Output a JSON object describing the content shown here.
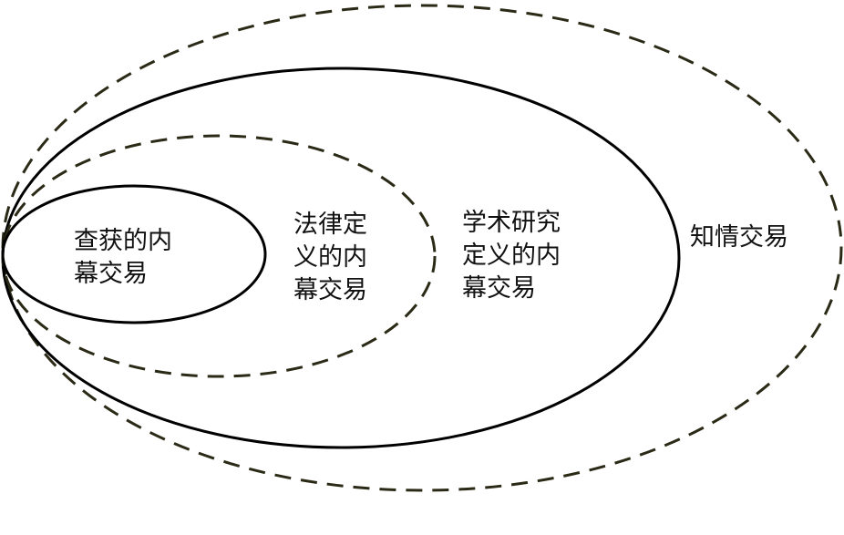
{
  "regions": [
    {
      "id": "seized",
      "lines": [
        "查获的内",
        "幕交易"
      ]
    },
    {
      "id": "legal",
      "lines": [
        "法律定",
        "义的内",
        "幕交易"
      ]
    },
    {
      "id": "academic",
      "lines": [
        "学术研究",
        "定义的内",
        "幕交易"
      ]
    },
    {
      "id": "informed",
      "lines": [
        "知情交易"
      ]
    }
  ],
  "colors": {
    "solid_stroke": "#000000",
    "dashed_stroke": "#2b2a17",
    "text": "#111111"
  }
}
